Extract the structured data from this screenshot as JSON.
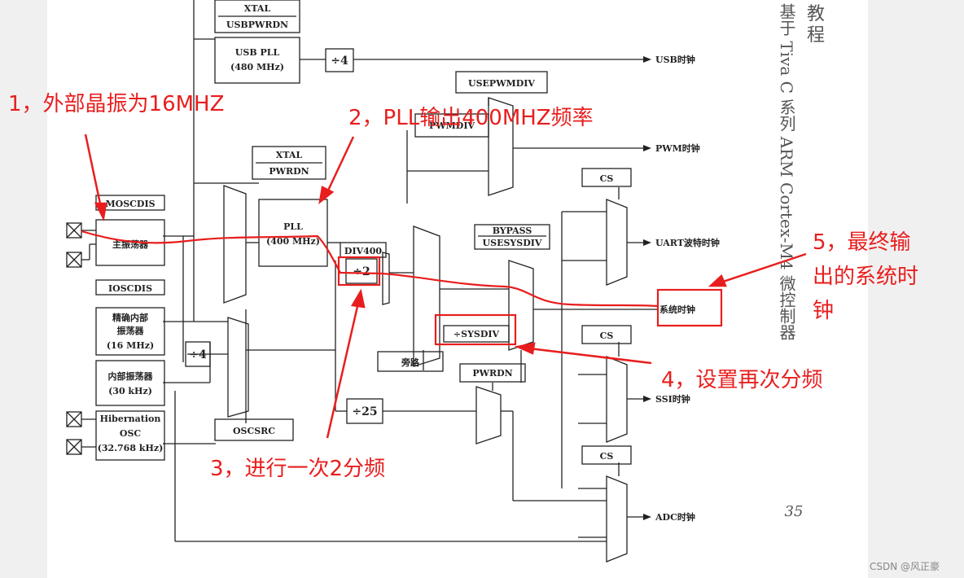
{
  "blocks": {
    "xtal_usbpwrdn_1": "XTAL",
    "xtal_usbpwrdn_2": "USBPWRDN",
    "usb_pll_1": "USB PLL",
    "usb_pll_2": "(480 MHz)",
    "div4_usb": "÷4",
    "usb_clock": "USB时钟",
    "usepwmdiv": "USEPWMDIV",
    "pwmdiv": "PWMDIV",
    "pwm_clock": "PWM时钟",
    "xtal_pwrdn_1": "XTAL",
    "xtal_pwrdn_2": "PWRDN",
    "pll_1": "PLL",
    "pll_2": "(400 MHz)",
    "moscdis": "MOSCDIS",
    "main_osc": "主振荡器",
    "ioscdis": "IOSCDIS",
    "piosc_1": "精确内部",
    "piosc_2": "振荡器",
    "piosc_3": "(16 MHz)",
    "div4_piosc": "÷4",
    "internal_osc_1": "内部振荡器",
    "internal_osc_2": "(30 kHz)",
    "hib_1": "Hibernation",
    "hib_2": "OSC",
    "hib_3": "(32.768 kHz)",
    "oscsrc": "OSCSRC",
    "div400": "DIV400",
    "div2": "÷2",
    "bypass": "BYPASS",
    "usesysdiv": "USESYSDIV",
    "sysdiv": "÷SYSDIV",
    "bypass_label": "旁路",
    "pwrdn": "PWRDN",
    "div25": "÷25",
    "cs_1": "CS",
    "cs_2": "CS",
    "cs_3": "CS",
    "uart_clock": "UART波特时钟",
    "sys_clock": "系统时钟",
    "ssi_clock": "SSI时钟",
    "adc_clock": "ADC时钟"
  },
  "annotations": {
    "a1": "1，外部晶振为16MHZ",
    "a2": "2，PLL输出400MHZ频率",
    "a3": "3，进行一次2分频",
    "a4": "4，设置再次分频",
    "a5_line1": "5，最终输",
    "a5_line2": "出的系统时",
    "a5_line3": "钟"
  },
  "side_text": {
    "c1_line1": "教",
    "c1_line2": "程",
    "c2": "基于 Tiva C 系列 ARM Cortex-M4 微控制器"
  },
  "page_number": "35",
  "watermark": "CSDN @风正豪",
  "colors": {
    "annotation": "#e81e1e",
    "line": "#222222"
  }
}
